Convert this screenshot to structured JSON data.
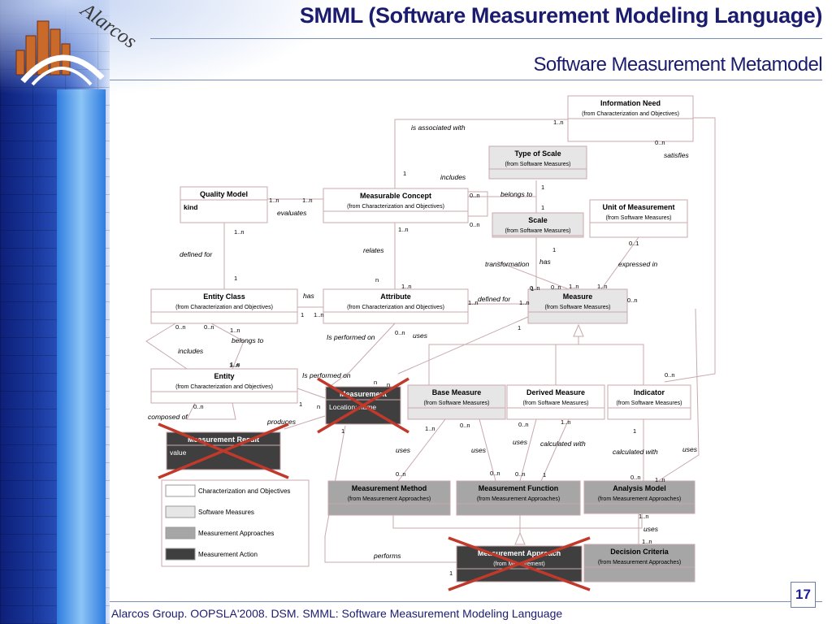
{
  "slide": {
    "title": "SMML (Software Measurement Modeling Language)",
    "subtitle": "Software Measurement Metamodel",
    "footer": "Alarcos Group. OOPSLA'2008. DSM. SMML: Software Measurement Modeling Language",
    "page_number": "17",
    "logo_text": "Alarcos"
  },
  "colors": {
    "title": "#1c1c6e",
    "characterization_and_objectives": "#ffffff",
    "software_measures": "#e6e6e6",
    "measurement_approaches": "#a6a6a6",
    "measurement_action": "#3f3f3f",
    "strike": "#c0392b",
    "connector": "#c8a8ae"
  },
  "classes": [
    {
      "id": "information-need",
      "name": "Information Need",
      "pkg": "(from Characterization and Objectives)",
      "attr": "",
      "cat": "co"
    },
    {
      "id": "type-of-scale",
      "name": "Type of Scale",
      "pkg": "(from Software Measures)",
      "attr": "",
      "cat": "sm"
    },
    {
      "id": "quality-model",
      "name": "Quality Model",
      "pkg": "",
      "attr": "kind",
      "cat": "co"
    },
    {
      "id": "measurable-concept",
      "name": "Measurable Concept",
      "pkg": "(from Characterization and Objectives)",
      "attr": "",
      "cat": "co"
    },
    {
      "id": "unit-of-measurement",
      "name": "Unit of Measurement",
      "pkg": "(from Software Measures)",
      "attr": "",
      "cat": "co"
    },
    {
      "id": "scale",
      "name": "Scale",
      "pkg": "(from Software Measures)",
      "attr": "",
      "cat": "sm"
    },
    {
      "id": "entity-class",
      "name": "Entity Class",
      "pkg": "(from Characterization and Objectives)",
      "attr": "",
      "cat": "co"
    },
    {
      "id": "attribute",
      "name": "Attribute",
      "pkg": "(from Characterization and Objectives)",
      "attr": "",
      "cat": "co"
    },
    {
      "id": "measure",
      "name": "Measure",
      "pkg": "(from Software Measures)",
      "attr": "",
      "cat": "sm"
    },
    {
      "id": "entity",
      "name": "Entity",
      "pkg": "(from Characterization and Objectives)",
      "attr": "",
      "cat": "co"
    },
    {
      "id": "measurement",
      "name": "Measurement",
      "pkg": "",
      "attr": "Location: name",
      "cat": "ma",
      "struck": true
    },
    {
      "id": "base-measure",
      "name": "Base Measure",
      "pkg": "(from Software Measures)",
      "attr": "",
      "cat": "sm"
    },
    {
      "id": "derived-measure",
      "name": "Derived Measure",
      "pkg": "(from Software Measures)",
      "attr": "",
      "cat": "co"
    },
    {
      "id": "indicator",
      "name": "Indicator",
      "pkg": "(from Software Measures)",
      "attr": "",
      "cat": "co"
    },
    {
      "id": "measurement-result",
      "name": "Measurement Result",
      "pkg": "",
      "attr": "value",
      "cat": "ma",
      "struck": true
    },
    {
      "id": "measurement-method",
      "name": "Measurement Method",
      "pkg": "(from Measurement Approaches)",
      "attr": "",
      "cat": "ap"
    },
    {
      "id": "measurement-function",
      "name": "Measurement Function",
      "pkg": "(from Measurement Approaches)",
      "attr": "",
      "cat": "ap"
    },
    {
      "id": "analysis-model",
      "name": "Analysis Model",
      "pkg": "(from Measurement Approaches)",
      "attr": "",
      "cat": "ap"
    },
    {
      "id": "measurement-approach",
      "name": "Measurement Approach",
      "pkg": "(from Measurement)",
      "attr": "",
      "cat": "ma",
      "struck": true
    },
    {
      "id": "decision-criteria",
      "name": "Decision Criteria",
      "pkg": "(from Measurement Approaches)",
      "attr": "",
      "cat": "ap"
    }
  ],
  "labels": [
    "is associated with",
    "satisfies",
    "includes",
    "belongs to",
    "evaluates",
    "relates",
    "transformation",
    "has",
    "expressed in",
    "defined for",
    "has",
    "defined for",
    "belongs to",
    "includes",
    "Is performed on",
    "uses",
    "Is performed on",
    "composed of",
    "produces",
    "uses",
    "uses",
    "uses",
    "calculated with",
    "calculated with",
    "uses",
    "uses",
    "performs"
  ],
  "multiplicities": [
    "1..n",
    "0..n",
    "1",
    "1",
    "1..n",
    "1..n",
    "0..n",
    "0..n",
    "1..n",
    "1",
    "1..n",
    "1",
    "n",
    "1",
    "0..1",
    "1..n",
    "1",
    "0..n",
    "0..n",
    "1..n",
    "1..n",
    "1..n",
    "1..n",
    "1",
    "1..n",
    "0..n",
    "0..n",
    "1..n",
    "1",
    "0..n",
    "n",
    "n",
    "1",
    "n",
    "0..n",
    "1..n",
    "0..n",
    "0..n",
    "0..n",
    "1..n",
    "1..n",
    "1",
    "0..n",
    "0..n",
    "0..n",
    "1",
    "0..n",
    "1..n",
    "1..n",
    "1",
    "1..n",
    "0..n",
    "1",
    "1..n"
  ],
  "legend": [
    {
      "label": "Characterization and Objectives",
      "cat": "co"
    },
    {
      "label": "Software Measures",
      "cat": "sm"
    },
    {
      "label": "Measurement Approaches",
      "cat": "ap"
    },
    {
      "label": "Measurement Action",
      "cat": "ma"
    }
  ]
}
